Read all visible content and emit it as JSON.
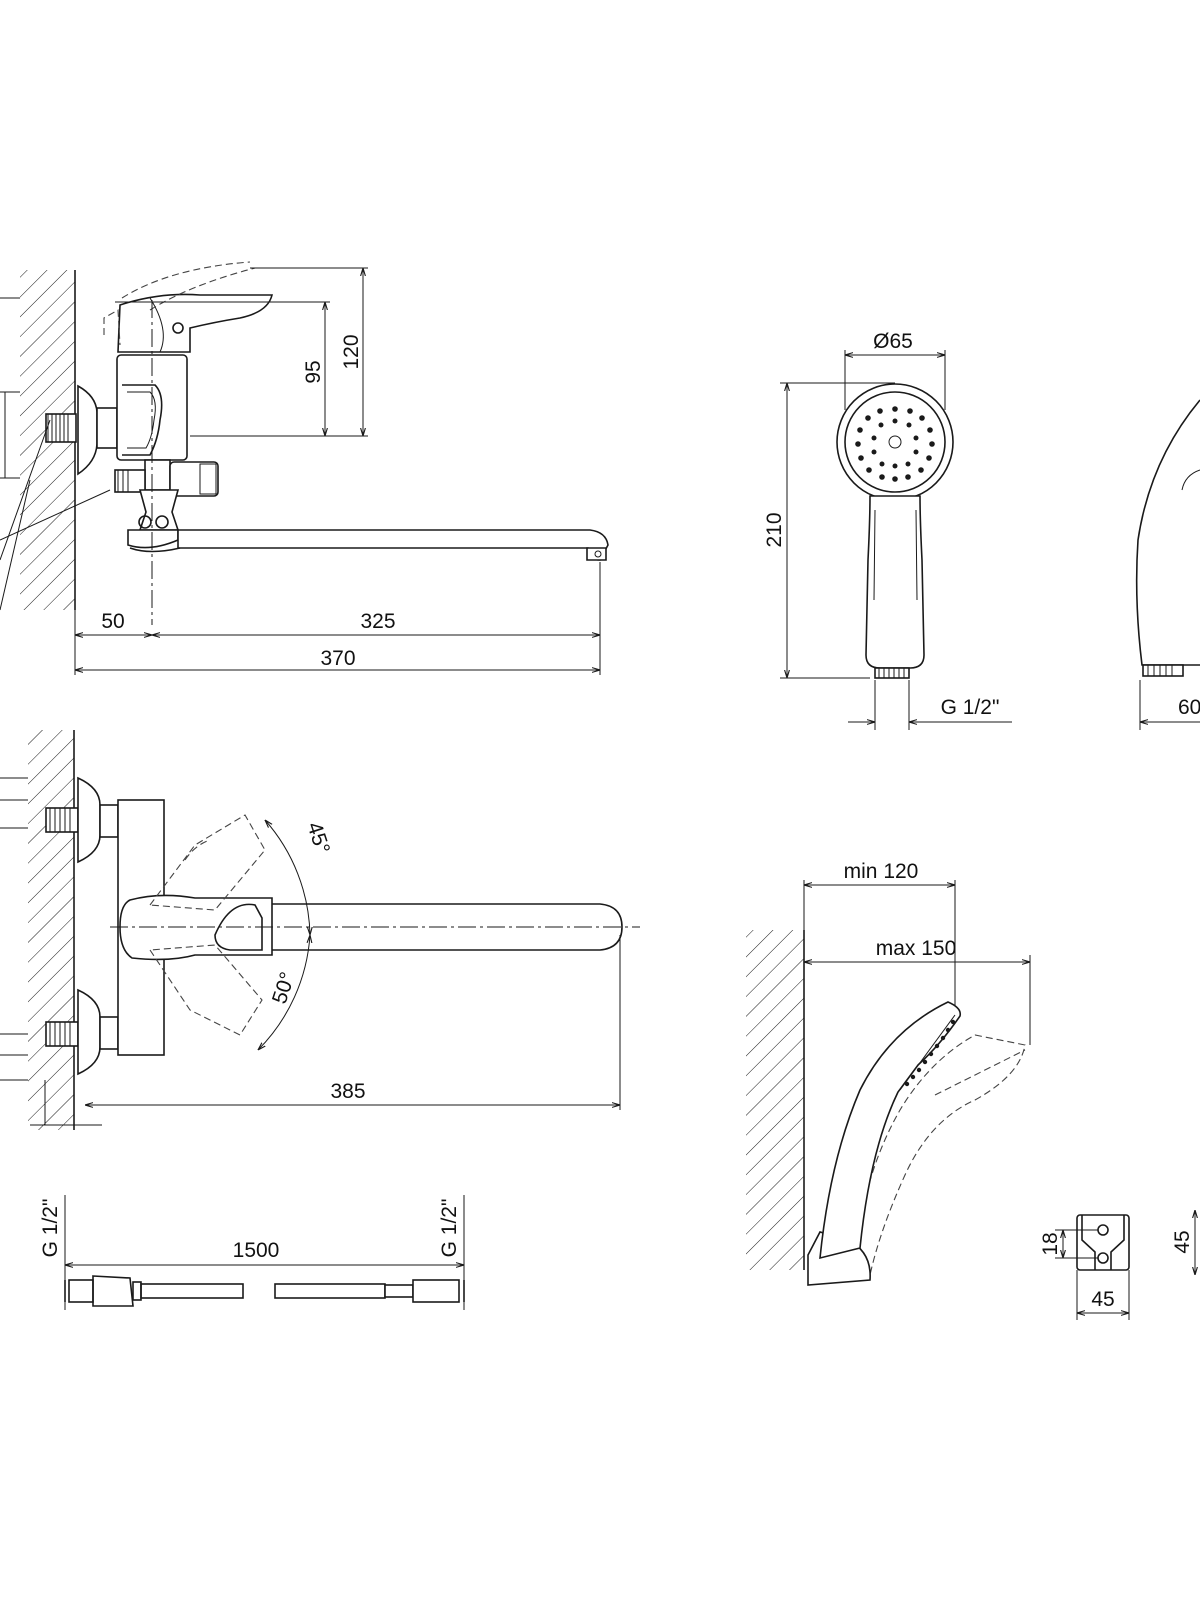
{
  "side_view": {
    "height_short": "95",
    "height_total": "120",
    "offset_wall": "50",
    "spout_length": "325",
    "total_length": "370"
  },
  "top_view": {
    "angle_up": "45°",
    "angle_down": "50°",
    "length": "385"
  },
  "hose": {
    "length": "1500",
    "thread_left": "G 1/2\"",
    "thread_right": "G 1/2\""
  },
  "hand_shower": {
    "diameter": "Ø65",
    "height": "210",
    "thread": "G 1/2\"",
    "side_width": "60"
  },
  "holder": {
    "min": "min 120",
    "max": "max 150",
    "hole": "18",
    "width": "45",
    "height": "45"
  }
}
